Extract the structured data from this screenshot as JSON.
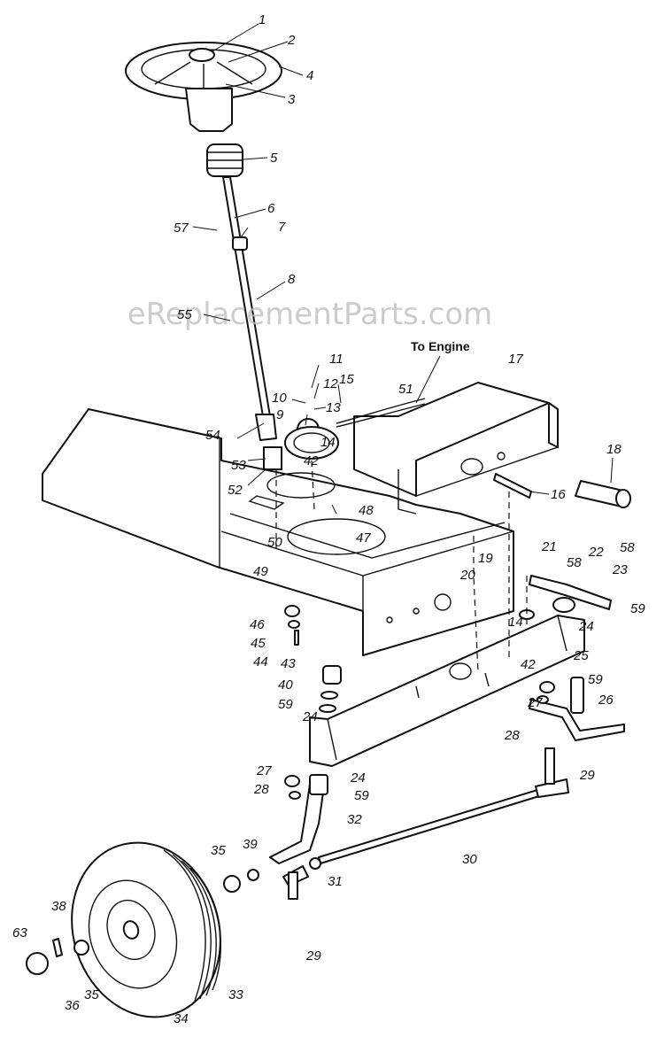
{
  "watermark": "eReplacementParts.com",
  "note": "To Engine",
  "callouts": [
    "1",
    "2",
    "3",
    "4",
    "5",
    "6",
    "7",
    "8",
    "9",
    "10",
    "11",
    "12",
    "13",
    "14",
    "15",
    "16",
    "17",
    "18",
    "19",
    "20",
    "21",
    "22",
    "23",
    "24",
    "25",
    "26",
    "27",
    "28",
    "29",
    "30",
    "31",
    "32",
    "33",
    "34",
    "35",
    "36",
    "38",
    "39",
    "40",
    "42",
    "43",
    "44",
    "45",
    "46",
    "47",
    "48",
    "49",
    "50",
    "51",
    "52",
    "53",
    "54",
    "55",
    "57",
    "58",
    "59",
    "63"
  ]
}
